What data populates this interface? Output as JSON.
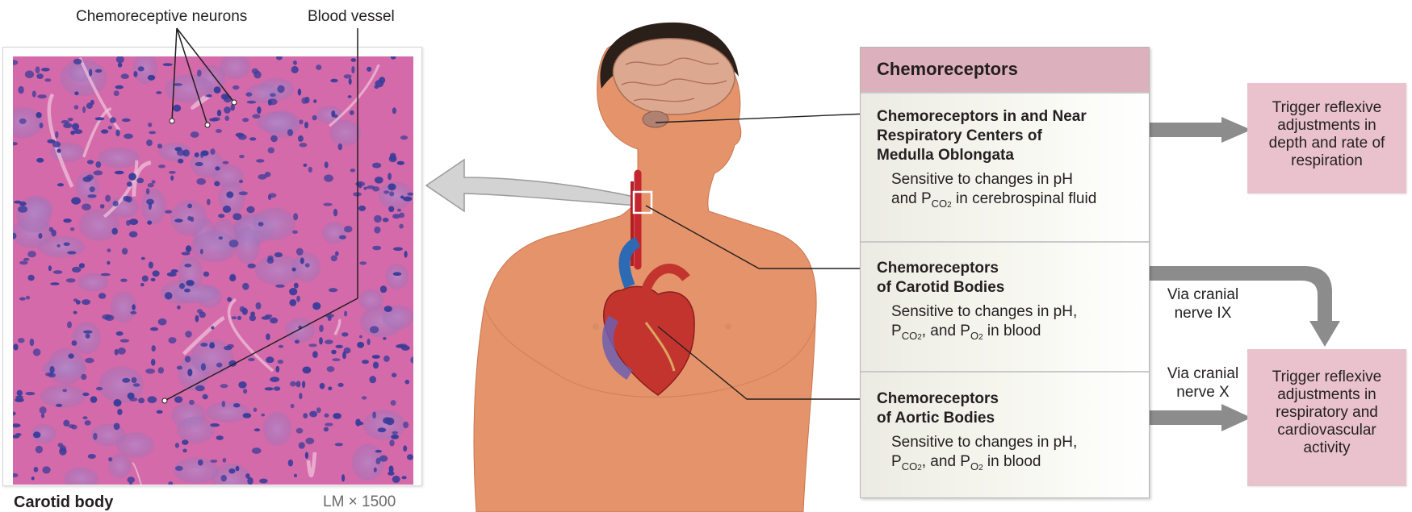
{
  "micrograph": {
    "label_neurons": "Chemoreceptive neurons",
    "label_vessel": "Blood vessel",
    "caption": "Carotid body",
    "magnification": "LM × 1500"
  },
  "chemoreceptors": {
    "heading": "Chemoreceptors",
    "medulla": {
      "title_line1": "Chemoreceptors in and Near",
      "title_line2": "Respiratory Centers of",
      "title_line3": "Medulla Oblongata",
      "body_line1": "Sensitive to changes in pH",
      "body_line2_pre": "and P",
      "body_sub_pre": "CO",
      "body_sub_num": "2",
      "body_line2_post": " in cerebrospinal fluid"
    },
    "carotid": {
      "title_line1": "Chemoreceptors",
      "title_line2": "of Carotid Bodies",
      "body_line1": "Sensitive to changes in pH,",
      "p1": "P",
      "sub1_pre": "CO",
      "sub1_num": "2",
      "mid": ", and P",
      "sub2_pre": "O",
      "sub2_num": "2",
      "tail": " in blood"
    },
    "aortic": {
      "title_line1": "Chemoreceptors",
      "title_line2": "of Aortic Bodies",
      "body_line1": "Sensitive to changes in pH,",
      "p1": "P",
      "sub1_pre": "CO",
      "sub1_num": "2",
      "mid": ", and P",
      "sub2_pre": "O",
      "sub2_num": "2",
      "tail": " in blood"
    }
  },
  "outputs": {
    "top_line1": "Trigger reflexive",
    "top_line2": "adjustments in",
    "top_line3": "depth and rate of",
    "top_line4": "respiration",
    "bottom_line1": "Trigger reflexive",
    "bottom_line2": "adjustments in",
    "bottom_line3": "respiratory and",
    "bottom_line4": "cardiovascular",
    "bottom_line5": "activity"
  },
  "pathways": {
    "nerve9_line1": "Via cranial",
    "nerve9_line2": "nerve IX",
    "nerve10_line1": "Via cranial",
    "nerve10_line2": "nerve X"
  },
  "colors": {
    "tissue_pink": "#d46aa9",
    "nuclei": "#3a3d9a",
    "header_pink": "#ddb0bd",
    "output_pink": "#e9c2cd",
    "arrow_gray": "#8c8c8c",
    "skin": "#e5936a"
  }
}
